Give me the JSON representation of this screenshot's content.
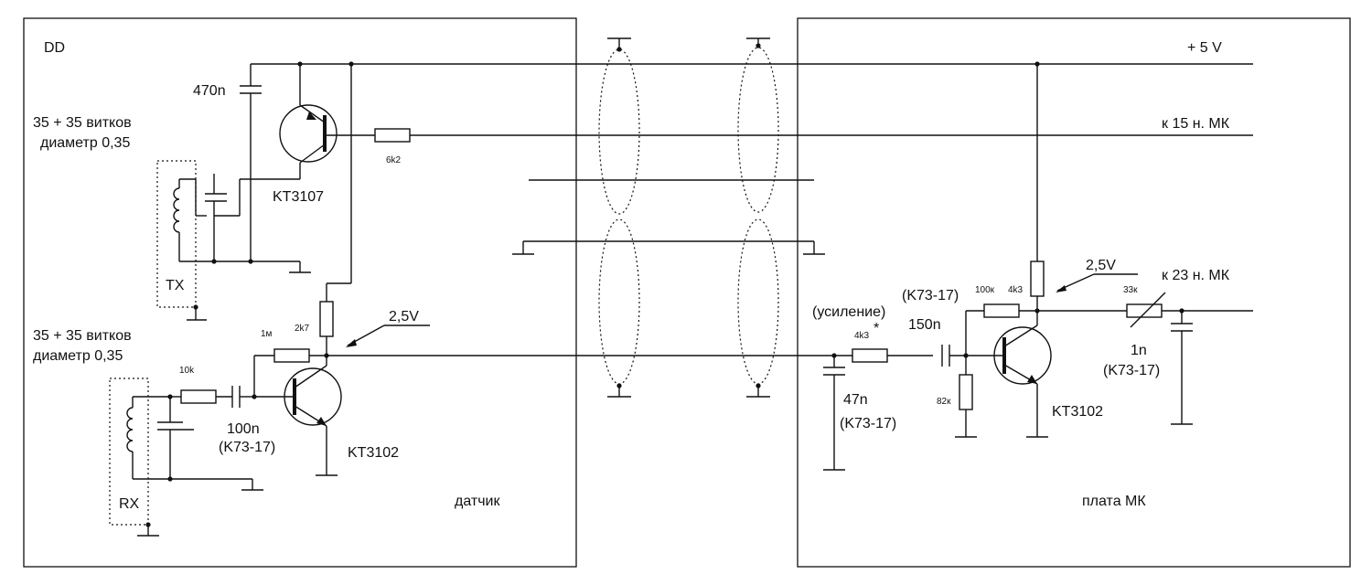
{
  "left_block": {
    "id_label": "DD",
    "sensor_label": "датчик",
    "tx_coil_note_line1": "35 + 35 витков",
    "tx_coil_note_line2": "диаметр 0,35",
    "rx_coil_note_line1": "35 + 35 витков",
    "rx_coil_note_line2": "диаметр 0,35",
    "tx_label": "TX",
    "rx_label": "RX",
    "cap_470": "470n",
    "res_6k2": "6k2",
    "transistor_top": "KT3107",
    "res_2k7": "2k7",
    "res_1m": "1м",
    "res_10k": "10k",
    "cap_100n": "100n",
    "cap_100n_type": "(K73-17)",
    "transistor_bottom": "KT3102",
    "voltage_left": "2,5V"
  },
  "right_block": {
    "board_label": "плата МК",
    "supply": "+ 5 V",
    "to_pin15": "к 15 н. МК",
    "to_pin23": "к 23 н. МК",
    "gain_label": "(усиление)",
    "res_4k3_gain": "4k3",
    "gain_star": "*",
    "cap_150n_type": "(K73-17)",
    "cap_150n": "150n",
    "res_100k": "100к",
    "res_4k3": "4k3",
    "voltage_right": "2,5V",
    "res_33k": "33к",
    "cap_47n": "47n",
    "cap_47n_type": "(K73-17)",
    "res_82k": "82к",
    "transistor": "KT3102",
    "cap_1n": "1n",
    "cap_1n_type": "(K73-17)"
  }
}
